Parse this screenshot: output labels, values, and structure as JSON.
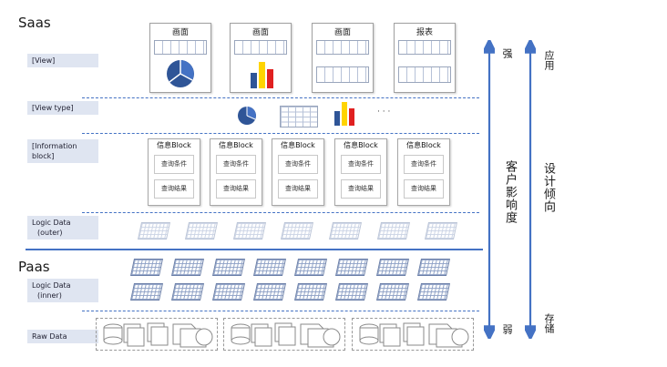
{
  "layers": {
    "saas": "Saas",
    "paas": "Paas"
  },
  "tags": {
    "view": "[View]",
    "view_type": "[View type]",
    "information_block": [
      "[Information",
      "block]"
    ],
    "logic_outer": [
      "Logic Data",
      "(outer)"
    ],
    "logic_inner": [
      "Logic Data",
      "(inner)"
    ],
    "raw": "Raw Data"
  },
  "view_cards": [
    "画面",
    "画面",
    "画面",
    "报表"
  ],
  "view_type_more": "· · ·",
  "info_blocks": [
    {
      "title": "信息Block",
      "cond": "查询条件",
      "result": "查询结果"
    },
    {
      "title": "信息Block",
      "cond": "查询条件",
      "result": "查询结果"
    },
    {
      "title": "信息Block",
      "cond": "查询条件",
      "result": "查询结果"
    },
    {
      "title": "信息Block",
      "cond": "查询条件",
      "result": "查询结果"
    },
    {
      "title": "信息Block",
      "cond": "查询条件",
      "result": "查询结果"
    }
  ],
  "axis_customer": {
    "top": "强",
    "label": "客户影响度",
    "bottom": "弱"
  },
  "axis_design": {
    "top": "应用",
    "label": "设计倾向",
    "bottom": "存储"
  },
  "colors": {
    "accent": "#4472c4",
    "tag_bg": "#dfe5f1",
    "bar_yellow": "#ffd400",
    "bar_red": "#e02020",
    "bar_blue": "#2f5597"
  }
}
